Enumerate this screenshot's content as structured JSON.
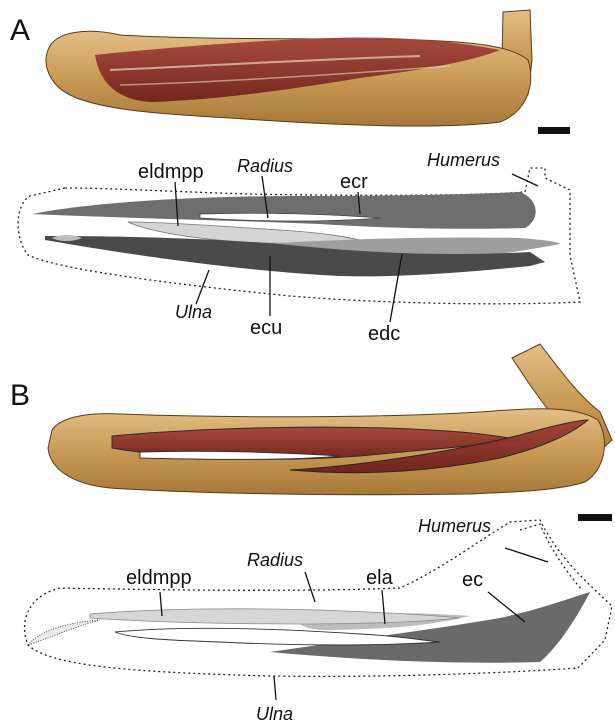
{
  "panels": [
    {
      "letter": "A",
      "labels": {
        "eldmpp": "eldmpp",
        "radius": "Radius",
        "ecr": "ecr",
        "humerus": "Humerus",
        "ulna": "Ulna",
        "ecu": "ecu",
        "edc": "edc"
      }
    },
    {
      "letter": "B",
      "labels": {
        "humerus": "Humerus",
        "eldmpp": "eldmpp",
        "radius": "Radius",
        "ela": "ela",
        "ec": "ec",
        "ulna": "Ulna"
      }
    }
  ],
  "colors": {
    "bone": "#c99a55",
    "bone_dark": "#9a6a30",
    "muscle": "#8a2a22",
    "grey_dark": "#4a4a4a",
    "grey_mid": "#6a6a6a",
    "grey_light": "#c8c8c8",
    "grey_pale": "#a8a8a8"
  }
}
